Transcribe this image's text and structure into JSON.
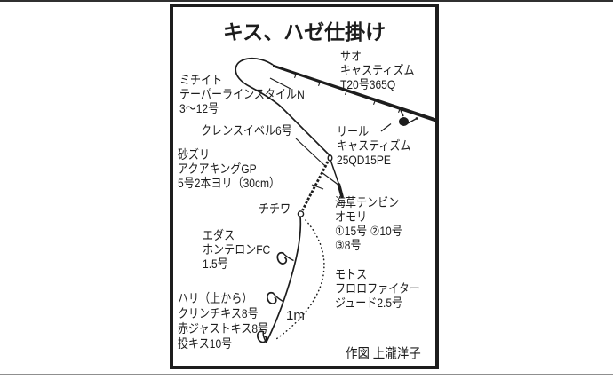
{
  "colors": {
    "ink": "#1d1d1d",
    "paper": "#ffffff"
  },
  "diagram": {
    "title": "キス、ハゼ仕掛け",
    "credit": "作図 上瀧洋子",
    "labels": {
      "rod": {
        "lines": [
          "サオ",
          "キャスティズム",
          "T20号365Q"
        ]
      },
      "michiito": {
        "lines": [
          "ミチイト",
          "テーパーラインスタイルN",
          "3〜12号"
        ]
      },
      "swivel": {
        "lines": [
          "クレンスイベル6号"
        ]
      },
      "sunazuri": {
        "lines": [
          "砂ズリ",
          "アクアキングGP",
          "5号2本ヨリ（30cm）"
        ]
      },
      "reel": {
        "lines": [
          "リール",
          "キャスティズム",
          "25QD15PE"
        ]
      },
      "chichiwa": {
        "lines": [
          "チチワ"
        ]
      },
      "tenbin_omori": {
        "lines": [
          "海草テンビン",
          "オモリ",
          "①15号 ②10号",
          "③8号"
        ]
      },
      "edasu": {
        "lines": [
          "エダス",
          "ホンテロンFC",
          "1.5号"
        ]
      },
      "motosu": {
        "lines": [
          "モトス",
          "フロロファイター",
          "ジュード2.5号"
        ]
      },
      "hari": {
        "lines": [
          "ハリ（上から）",
          "クリンチキス8号",
          "赤ジャストキス8号",
          "投キス10号"
        ]
      },
      "span": {
        "lines": [
          "1m"
        ]
      }
    }
  }
}
